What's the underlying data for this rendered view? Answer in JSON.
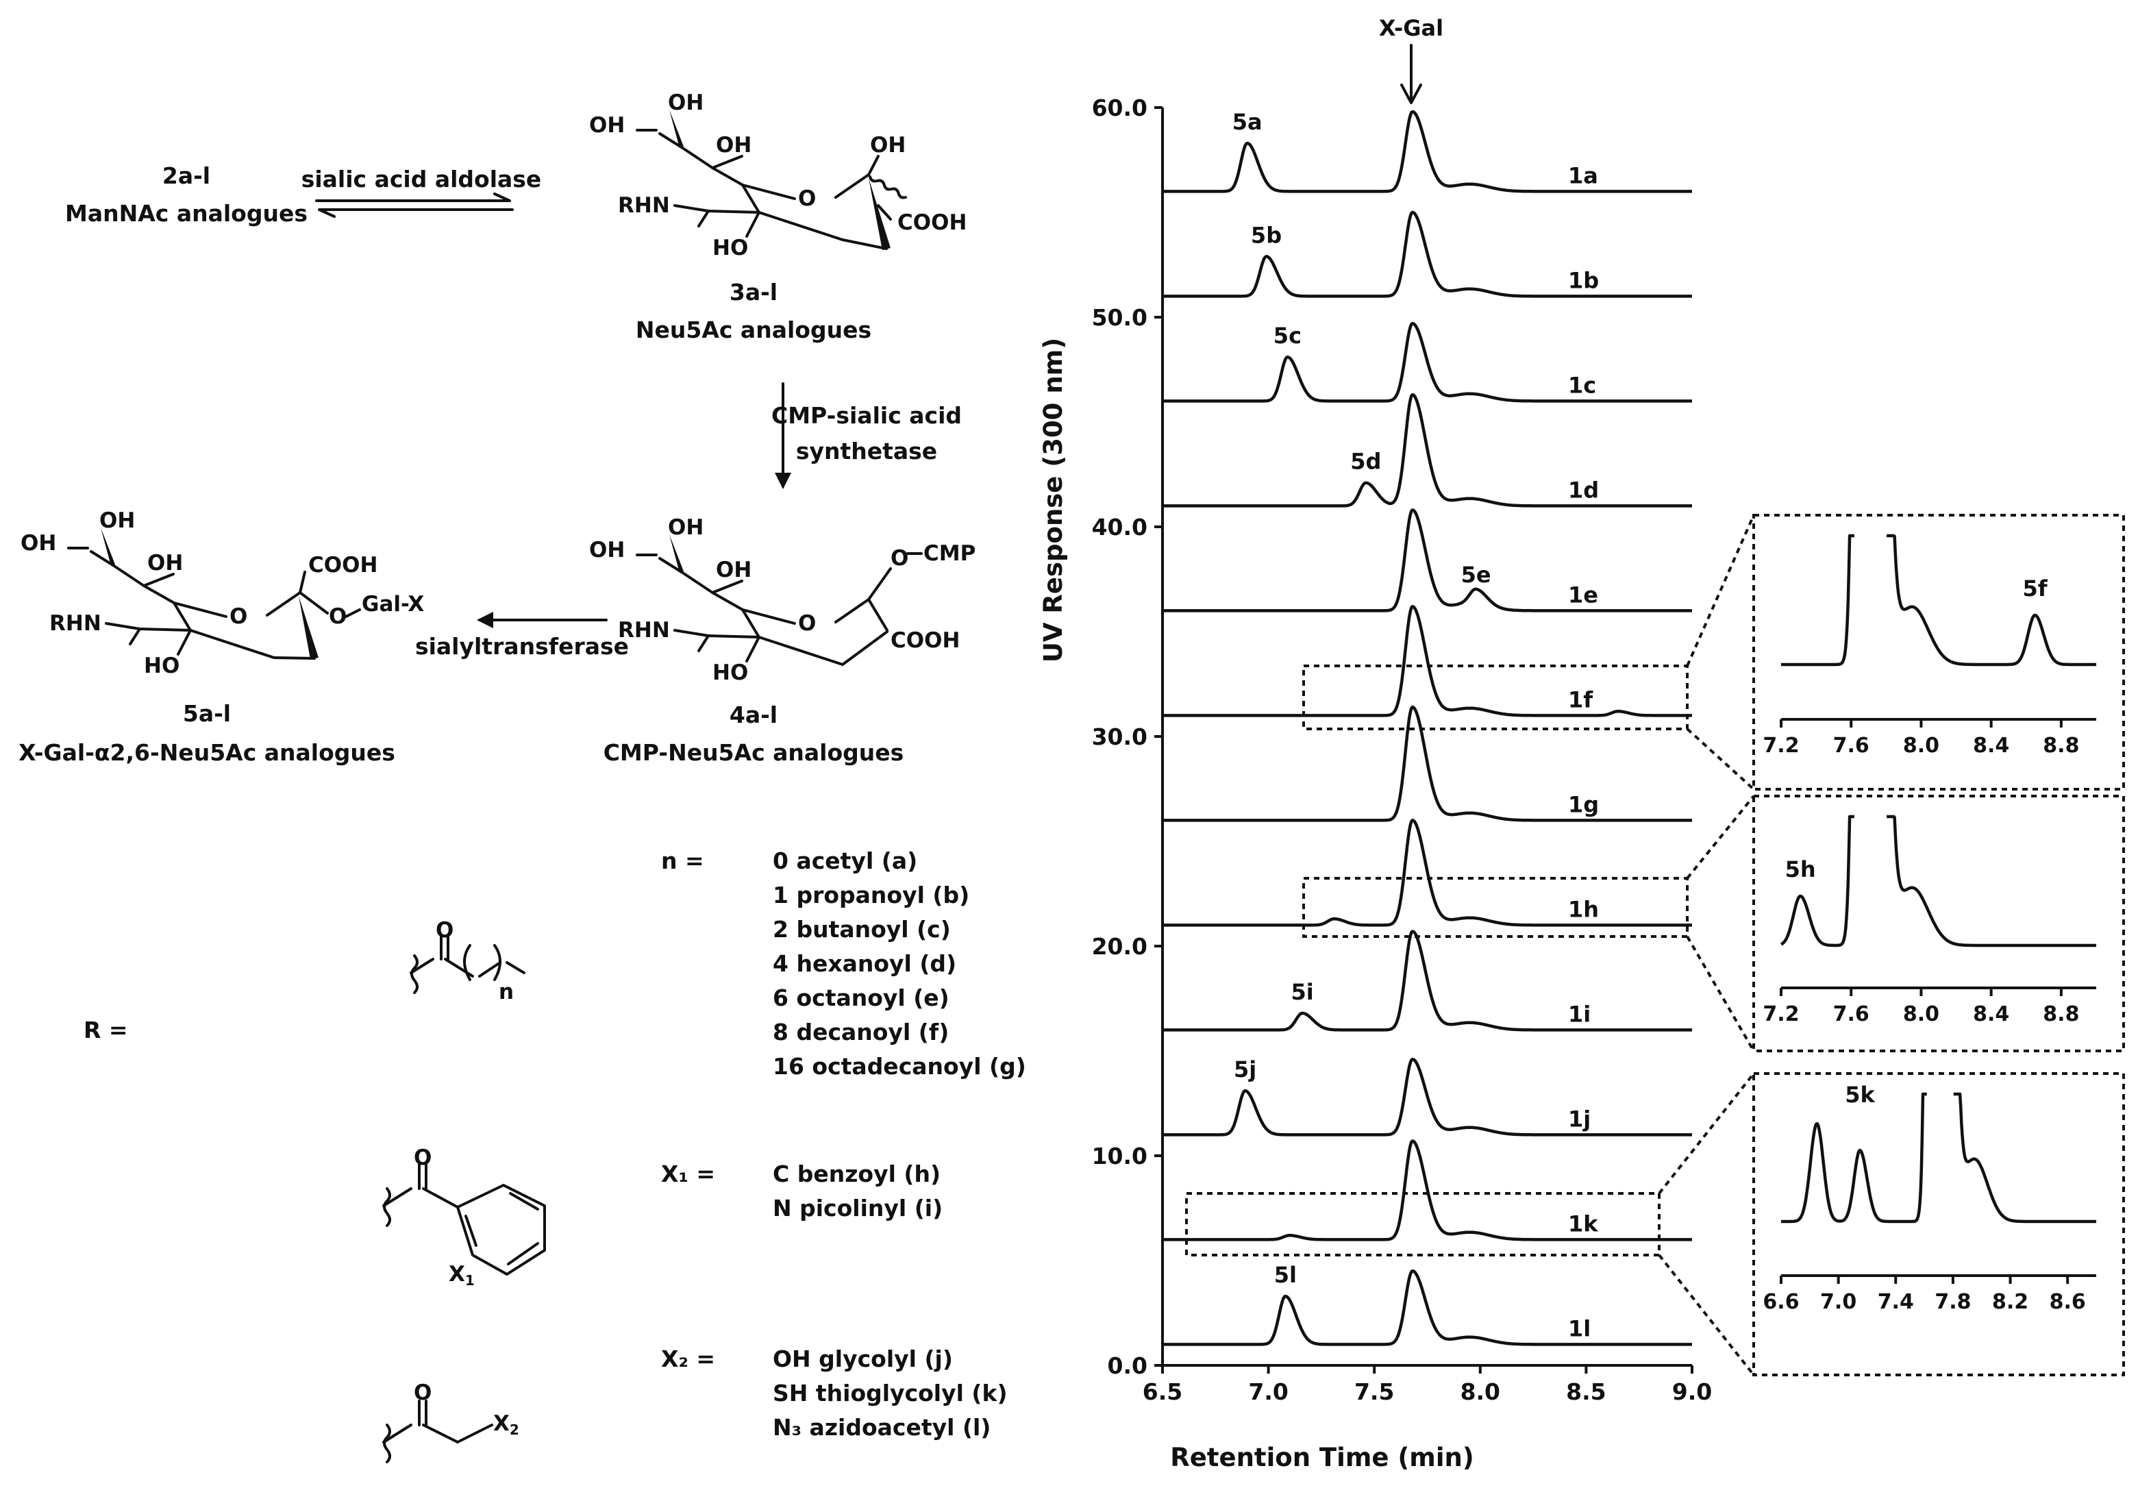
{
  "scheme": {
    "step1_reactant_id": "2a-l",
    "step1_reactant_name": "ManNAc analogues",
    "step1_enzyme": "sialic acid aldolase",
    "product3_id": "3a-l",
    "product3_name": "Neu5Ac analogues",
    "step2_enzyme_line1": "CMP-sialic acid",
    "step2_enzyme_line2": "synthetase",
    "product4_id": "4a-l",
    "product4_name": "CMP-Neu5Ac analogues",
    "step3_enzyme": "sialyltransferase",
    "product5_id": "5a-l",
    "product5_name": "X-Gal-α2,6-Neu5Ac analogues",
    "atoms": {
      "oh": "OH",
      "rhn": "RHN",
      "ho": "HO",
      "o": "O",
      "cooh": "COOH",
      "ocmp": "CMP",
      "galx": "Gal-X",
      "n": "n",
      "x1": "X",
      "x1_sub": "1",
      "x2": "X",
      "x2_sub": "2"
    },
    "r_label": "R =",
    "n_label": "n =",
    "n_items": [
      "0 acetyl (a)",
      "1 propanoyl (b)",
      "2 butanoyl (c)",
      "4 hexanoyl (d)",
      "6 octanoyl (e)",
      "8 decanoyl (f)",
      "16 octadecanoyl (g)"
    ],
    "x1_label": "X₁ =",
    "x1_items": [
      "C benzoyl (h)",
      "N picolinyl (i)"
    ],
    "x2_label": "X₂ =",
    "x2_items": [
      "OH glycolyl (j)",
      "SH thioglycolyl (k)",
      "N₃ azidoacetyl (l)"
    ]
  },
  "chart_data": [
    {
      "type": "line",
      "xlabel": "Retention Time (min)",
      "ylabel": "UV Response (300 nm)",
      "xlim": [
        6.5,
        9.0
      ],
      "ylim": [
        0.0,
        60.0
      ],
      "xticks": [
        "6.5",
        "7.0",
        "7.5",
        "8.0",
        "8.5",
        "9.0"
      ],
      "yticks": [
        "0.0",
        "10.0",
        "20.0",
        "30.0",
        "40.0",
        "50.0",
        "60.0"
      ],
      "annotation": "X-Gal",
      "xgal_peak_rt": 7.68,
      "series": [
        {
          "name": "1a",
          "baseline": 56.0,
          "xgal_height": 3.8,
          "product": "5a",
          "product_rt": 6.9,
          "product_height": 2.3
        },
        {
          "name": "1b",
          "baseline": 51.0,
          "xgal_height": 4.0,
          "product": "5b",
          "product_rt": 6.99,
          "product_height": 1.9
        },
        {
          "name": "1c",
          "baseline": 46.0,
          "xgal_height": 3.7,
          "product": "5c",
          "product_rt": 7.09,
          "product_height": 2.1
        },
        {
          "name": "1d",
          "baseline": 41.0,
          "xgal_height": 5.3,
          "product": "5d",
          "product_rt": 7.46,
          "product_height": 1.1
        },
        {
          "name": "1e",
          "baseline": 36.0,
          "xgal_height": 4.8,
          "product": "5e",
          "product_rt": 7.98,
          "product_height": 0.7
        },
        {
          "name": "1f",
          "baseline": 31.0,
          "xgal_height": 5.2,
          "product": "5f",
          "product_rt": 8.65,
          "product_height": 0.2
        },
        {
          "name": "1g",
          "baseline": 26.0,
          "xgal_height": 5.4,
          "product": "",
          "product_rt": null,
          "product_height": 0
        },
        {
          "name": "1h",
          "baseline": 21.0,
          "xgal_height": 5.0,
          "product": "5h",
          "product_rt": 7.31,
          "product_height": 0.3
        },
        {
          "name": "1i",
          "baseline": 16.0,
          "xgal_height": 4.7,
          "product": "5i",
          "product_rt": 7.16,
          "product_height": 0.8
        },
        {
          "name": "1j",
          "baseline": 11.0,
          "xgal_height": 3.6,
          "product": "5j",
          "product_rt": 6.89,
          "product_height": 2.1
        },
        {
          "name": "1k",
          "baseline": 6.0,
          "xgal_height": 4.7,
          "product": "5k",
          "product_rt": 7.1,
          "product_height": 0.2
        },
        {
          "name": "1l",
          "baseline": 1.0,
          "xgal_height": 3.5,
          "product": "5l",
          "product_rt": 7.08,
          "product_height": 2.3
        }
      ]
    },
    {
      "type": "line",
      "inset_of": "1f",
      "xlim": [
        7.2,
        9.0
      ],
      "xticks": [
        "7.2",
        "7.6",
        "8.0",
        "8.4",
        "8.8"
      ],
      "peak_label": "5f",
      "peak_rt": 8.65
    },
    {
      "type": "line",
      "inset_of": "1h",
      "xlim": [
        7.2,
        9.0
      ],
      "xticks": [
        "7.2",
        "7.6",
        "8.0",
        "8.4",
        "8.8"
      ],
      "peak_label": "5h",
      "peak_rt": 7.31
    },
    {
      "type": "line",
      "inset_of": "1k",
      "xlim": [
        6.6,
        8.8
      ],
      "xticks": [
        "6.6",
        "7.0",
        "7.4",
        "7.8",
        "8.2",
        "8.6"
      ],
      "peak_label": "5k",
      "peak_rt": 7.15
    }
  ]
}
